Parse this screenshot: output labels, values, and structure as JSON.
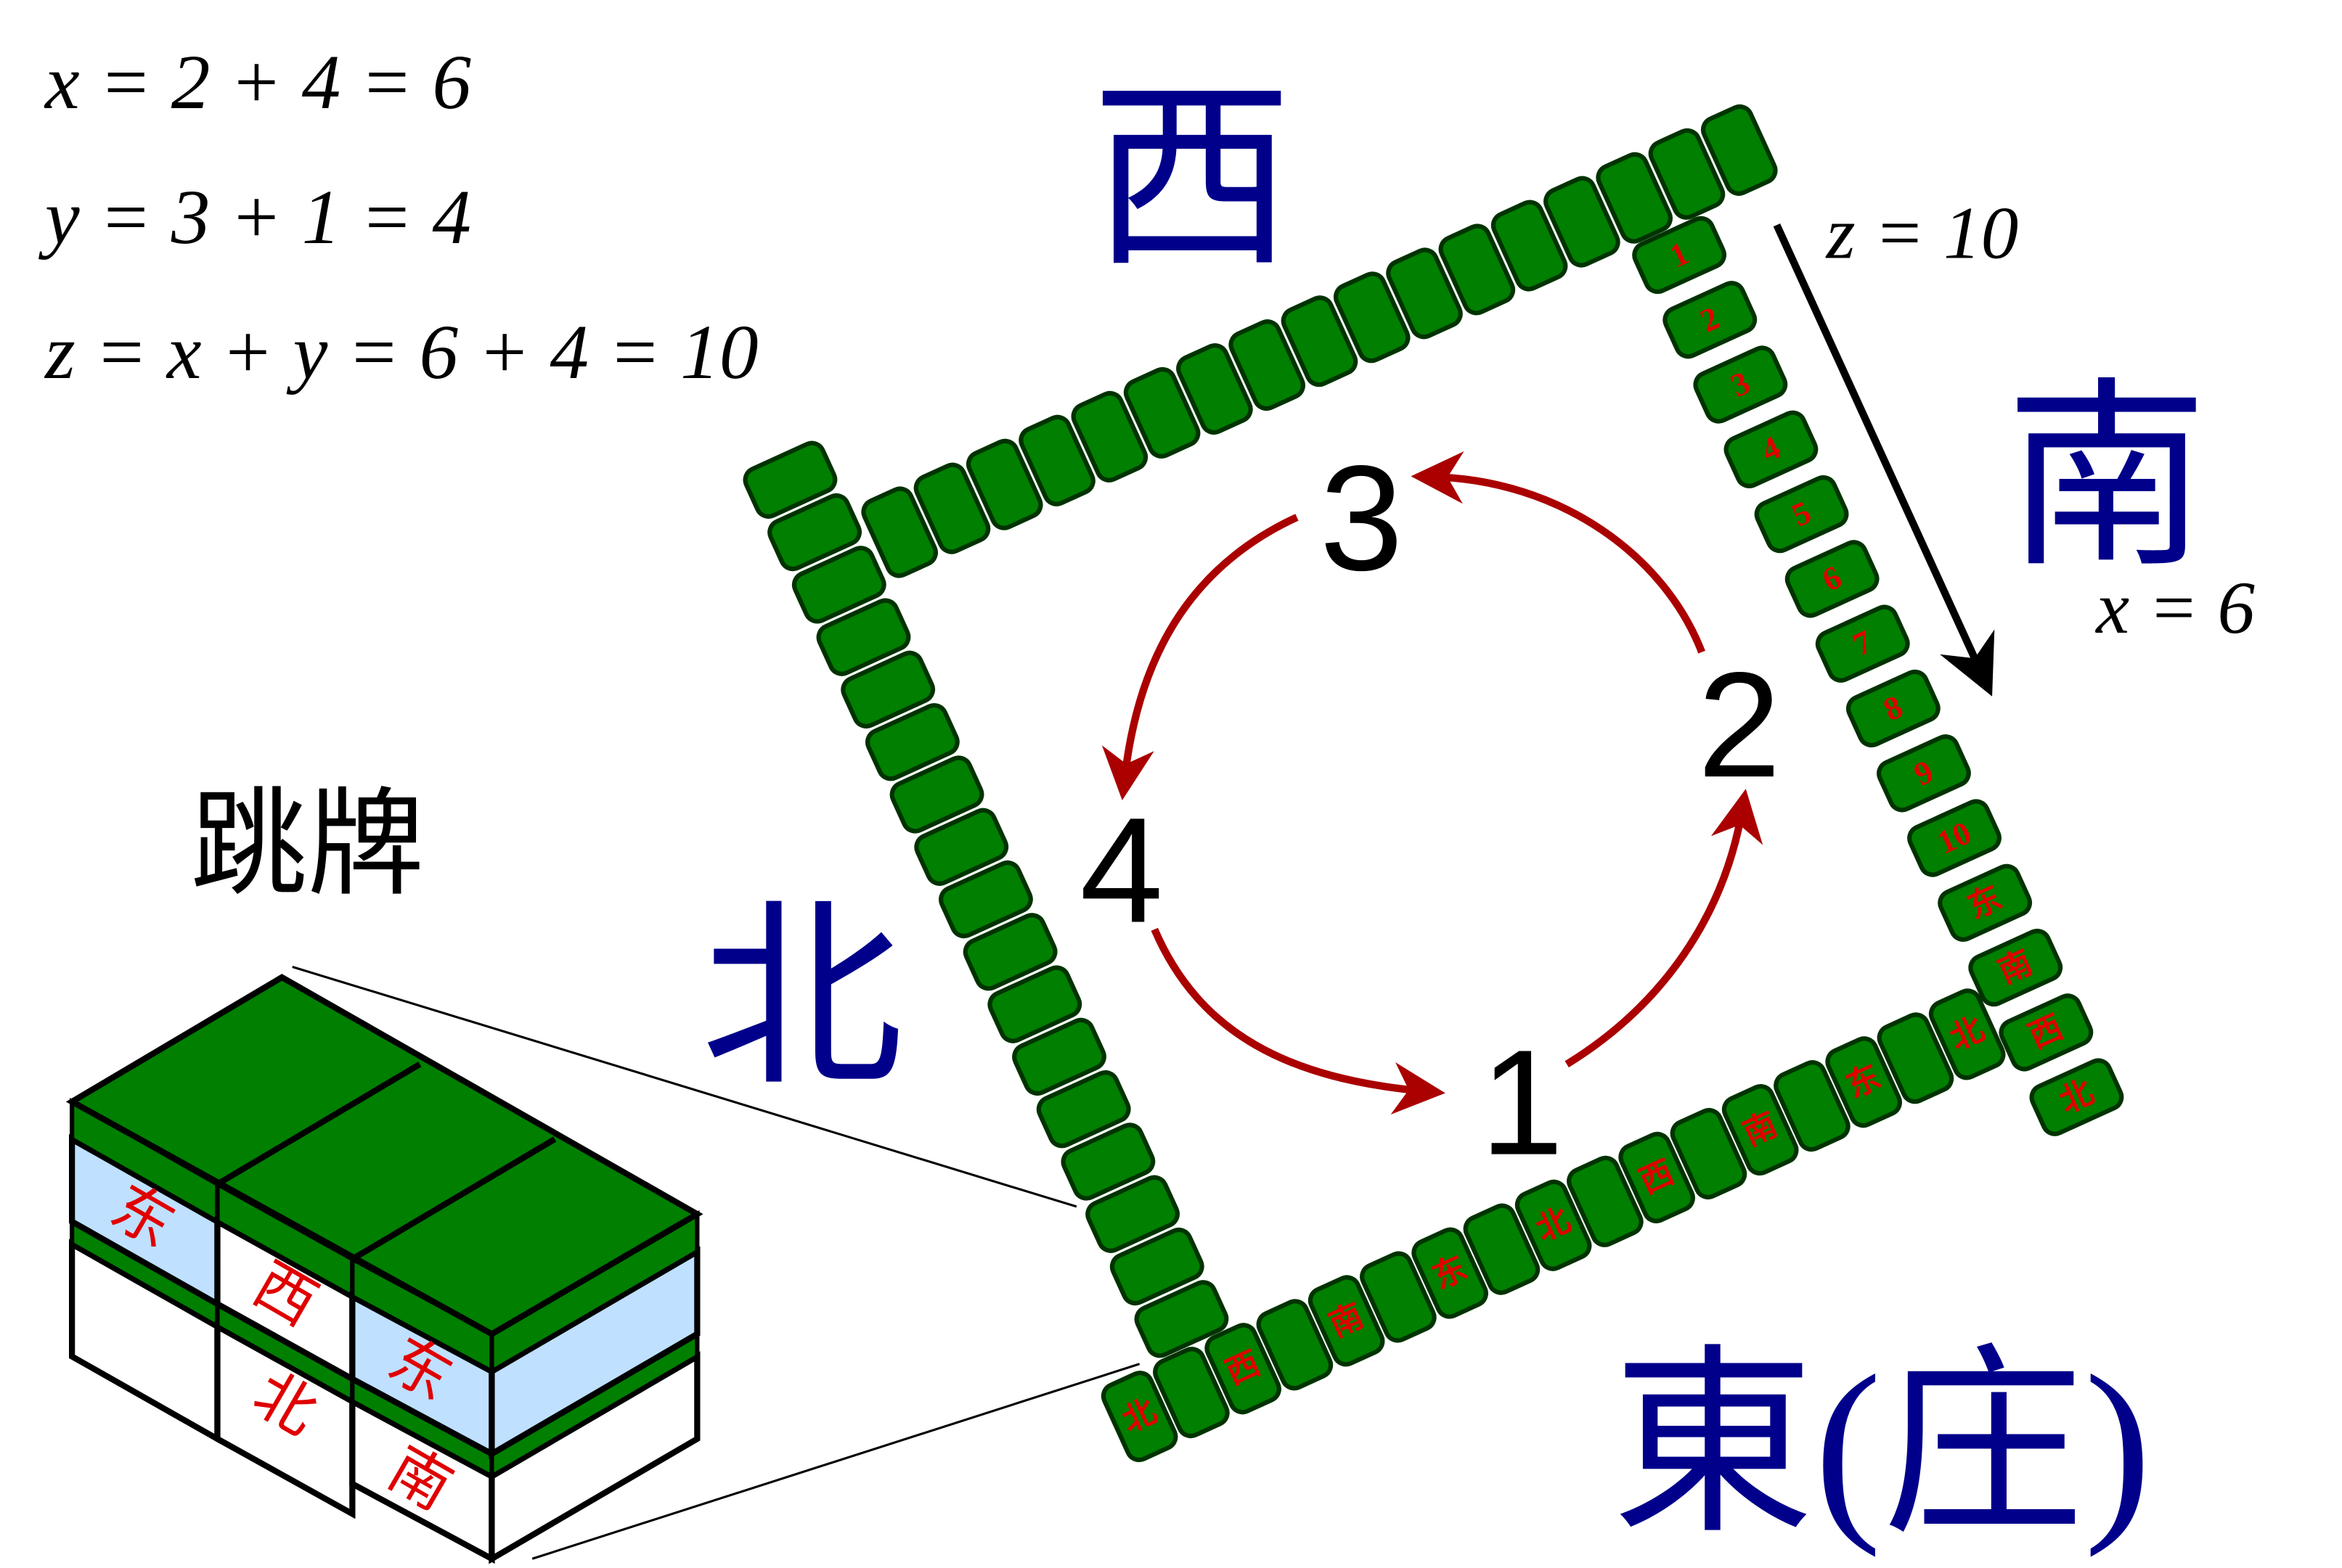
{
  "equations": {
    "x": "x = 2 + 4 = 6",
    "y": "y = 3 + 1 = 4",
    "z": "z = x + y = 6 + 4 = 10"
  },
  "side_labels": {
    "z_value": "z = 10",
    "x_value": "x = 6"
  },
  "winds": {
    "west": "西",
    "south": "南",
    "north": "北",
    "east_dealer": "東(庄)"
  },
  "order_numbers": {
    "one": "1",
    "two": "2",
    "three": "3",
    "four": "4"
  },
  "skip_label": "跳牌",
  "right_wall_counts": [
    "1",
    "2",
    "3",
    "4",
    "5",
    "6",
    "7",
    "8",
    "9",
    "10"
  ],
  "right_wall_winds": [
    "东",
    "南",
    "西",
    "北"
  ],
  "bottom_wall_winds": [
    "北",
    "西",
    "南",
    "东",
    "北",
    "西",
    "南",
    "东",
    "北"
  ],
  "inset_winds": [
    "东",
    "西",
    "北",
    "东",
    "南"
  ],
  "colors": {
    "tile_green": "#007f00",
    "tile_outline": "#003300",
    "red_arrow": "#aa0000",
    "blue_text": "#00008b",
    "red_text": "#e00000",
    "light_blue": "#bfe0ff"
  }
}
